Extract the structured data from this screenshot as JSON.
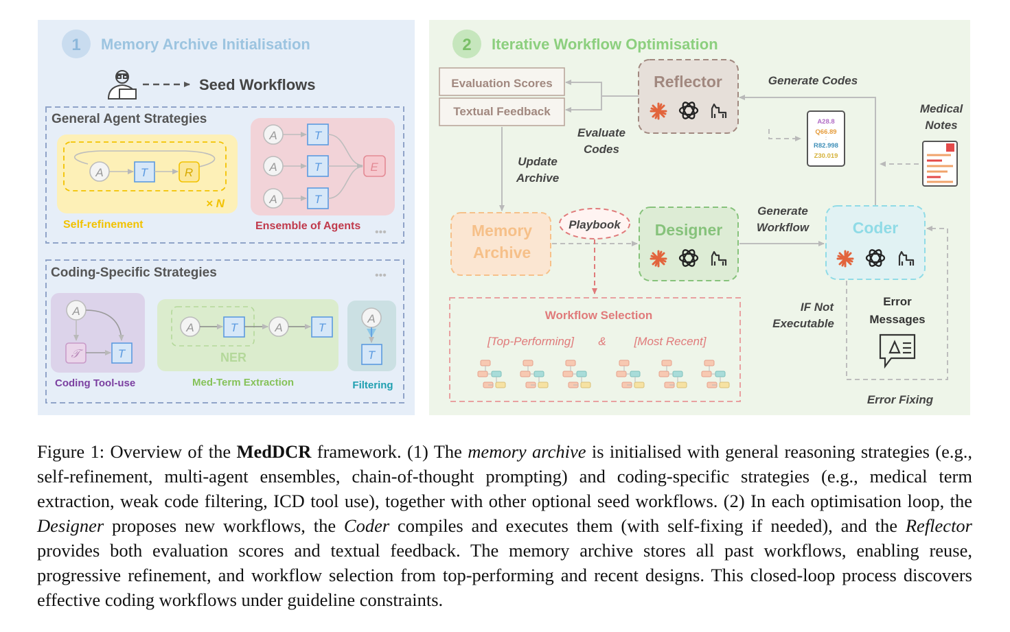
{
  "panel1": {
    "number": "1",
    "title": "Memory Archive Initialisation",
    "seed_workflows": "Seed Workflows",
    "general": {
      "title": "General Agent Strategies",
      "self_refinement": "Self-refinement",
      "times_n": "× N",
      "ensemble": "Ensemble of Agents",
      "more": "•••"
    },
    "coding": {
      "title": "Coding-Specific Strategies",
      "more": "•••",
      "tool_use": "Coding Tool-use",
      "ner": "NER",
      "med_term": "Med-Term Extraction",
      "filtering": "Filtering"
    },
    "node_labels": {
      "a": "A",
      "t": "T",
      "r": "R",
      "e": "E",
      "tool": "𝒯"
    }
  },
  "panel2": {
    "number": "2",
    "title": "Iterative Workflow Optimisation",
    "evaluation_scores": "Evaluation Scores",
    "textual_feedback": "Textual Feedback",
    "reflector": "Reflector",
    "designer": "Designer",
    "coder": "Coder",
    "memory_archive_line1": "Memory",
    "memory_archive_line2": "Archive",
    "playbook": "Playbook",
    "generate_codes": "Generate Codes",
    "evaluate_codes_line1": "Evaluate",
    "evaluate_codes_line2": "Codes",
    "update_archive_line1": "Update",
    "update_archive_line2": "Archive",
    "generate_workflow_line1": "Generate",
    "generate_workflow_line2": "Workflow",
    "medical_notes_line1": "Medical",
    "medical_notes_line2": "Notes",
    "if_not_executable_line1": "IF Not",
    "if_not_executable_line2": "Executable",
    "error_messages_line1": "Error",
    "error_messages_line2": "Messages",
    "error_fixing": "Error Fixing",
    "workflow_selection": "Workflow Selection",
    "top_performing": "[Top-Performing]",
    "amp": "&",
    "most_recent": "[Most Recent]",
    "codes": [
      "A28.8",
      "Q66.89",
      "R82.998",
      "Z30.019"
    ]
  },
  "colors": {
    "panel1_bg": "#e6eef8",
    "panel2_bg": "#eef5e9",
    "blue_title": "#9cc4e0",
    "green_title": "#8ccf7e",
    "self_refinement": "#f2c200",
    "ensemble": "#c0394b",
    "tool_use": "#7b3fa0",
    "med_term": "#86c25a",
    "filtering": "#1f9fb0",
    "memory_archive": "#f6c089",
    "designer": "#86c27b",
    "coder": "#8fdbe6",
    "reflector": "#a1887f",
    "selection": "#e8a0a0"
  }
}
